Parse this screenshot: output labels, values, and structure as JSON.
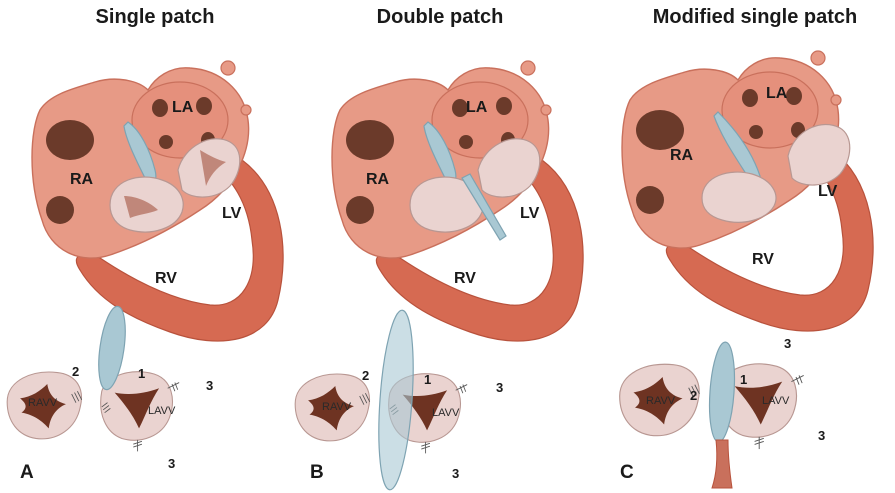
{
  "figure": {
    "panels": [
      {
        "title": "Single patch",
        "letter": "A",
        "chambers": {
          "ra": "RA",
          "la": "LA",
          "lv": "LV",
          "rv": "RV"
        },
        "valves": {
          "right": "RAVV",
          "left": "LAVV"
        },
        "sutures": [
          "1",
          "2",
          "3",
          "3"
        ]
      },
      {
        "title": "Double patch",
        "letter": "B",
        "chambers": {
          "ra": "RA",
          "la": "LA",
          "lv": "LV",
          "rv": "RV"
        },
        "valves": {
          "right": "RAVV",
          "left": "LAVV"
        },
        "sutures": [
          "1",
          "2",
          "3",
          "3"
        ]
      },
      {
        "title": "Modified single patch",
        "letter": "C",
        "chambers": {
          "ra": "RA",
          "la": "LA",
          "lv": "LV",
          "rv": "RV"
        },
        "valves": {
          "right": "RAVV",
          "left": "LAVV"
        },
        "sutures": [
          "1",
          "2",
          "3",
          "3"
        ]
      }
    ]
  },
  "colors": {
    "myocardium": "#e79a86",
    "myocardium_dark": "#c9705c",
    "ventricle_wall": "#d66a52",
    "atrium_fill": "#e8a08e",
    "vein_openings": "#6b3a2a",
    "valve_leaflet": "#ead3d0",
    "valve_orifice": "#6e3322",
    "patch": "#a9c8d3",
    "patch_edge": "#7ea3b2",
    "suture": "#555555"
  }
}
